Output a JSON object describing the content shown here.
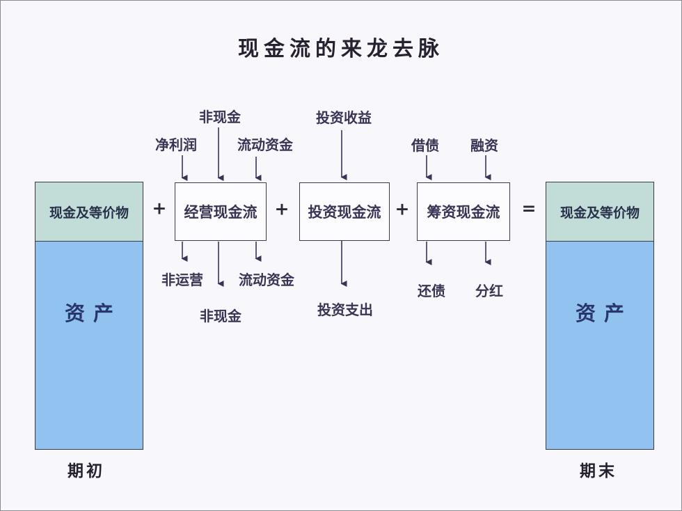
{
  "title": "现金流的来龙去脉",
  "columns": {
    "left": {
      "cash": "现金及等价物",
      "asset": "资产",
      "period": "期初"
    },
    "right": {
      "cash": "现金及等价物",
      "asset": "资产",
      "period": "期末"
    }
  },
  "operators": [
    "+",
    "+",
    "+",
    "="
  ],
  "boxes": {
    "operating": {
      "label": "经营现金流"
    },
    "investing": {
      "label": "投资现金流"
    },
    "financing": {
      "label": "筹资现金流"
    }
  },
  "flow_labels": {
    "net_profit": "净利润",
    "non_cash_in": "非现金",
    "working_capital_in": "流动资金",
    "investment_income": "投资收益",
    "borrowing": "借债",
    "financing_in": "融资",
    "non_operating_out": "非运营",
    "working_capital_out": "流动资金",
    "non_cash_out": "非现金",
    "investment_expense": "投资支出",
    "debt_repayment": "还债",
    "dividends": "分红"
  },
  "colors": {
    "background": "#f8f8fc",
    "cash_section_fill": "#c2ddd8",
    "asset_section_fill": "#92c3f0",
    "box_fill": "#fcfcfe",
    "border": "#3a3a46",
    "label_text": "#3b3353",
    "arrow": "#3b3353"
  }
}
